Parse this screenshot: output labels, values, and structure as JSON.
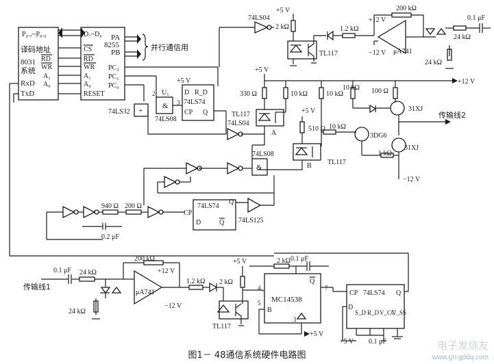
{
  "labels": {
    "p_bus": "P₀.₇~P₀.₀",
    "decode_addr": "译码地址",
    "mcu": "8031",
    "system": "系统",
    "rd": "RD",
    "wr": "WR",
    "a1": "A₁",
    "a0": "A₀",
    "rxd": "RxD",
    "txd": "TxD",
    "d_bus": "D₇~D₀",
    "pa": "PA",
    "pb": "PB",
    "chip_8255": "8255",
    "cs": "CS",
    "rd2": "RD",
    "wr2": "WR",
    "a1_2": "A₁",
    "a0_2": "A₀",
    "reset": "RESET",
    "pc2": "PC₂",
    "pc1": "PC₁",
    "pc0": "PC₀",
    "parallel": "并行通信用",
    "ls32": "74LS32",
    "ls08_top": "74LS08",
    "u1": "U₁",
    "v5_u1": "+5 V",
    "ff_d": "D",
    "ff_rd": "R_D",
    "ff_name": "74LS74",
    "ff_cp": "CP",
    "ff_q": "Q",
    "pin2": "2",
    "pin3": "3",
    "ls04_top": "74LS04",
    "v5_top": "+5 V",
    "r_2k_top": "2 kΩ",
    "tl117_top": "TL117",
    "r_1k2_top": "1.2 kΩ",
    "r_200k_top": "200 kΩ",
    "cap_top": "0.1 μF",
    "v12p_top": "+12 V",
    "v12n_top": "−12 V",
    "ua741_top": "μA741",
    "r_24k_top": "24 kΩ",
    "r_24k_top2": "24 kΩ",
    "v5_mid": "+5 V",
    "r_330": "330 Ω",
    "tl117_a": "TL117",
    "node_a": "A",
    "r_10k_1": "10 kΩ",
    "r_10k_2": "10 kΩ",
    "r_10k_3": "10 kΩ",
    "r_100": "100 Ω",
    "v12p_mid": "+12 V",
    "xj31_top": "31XJ",
    "line2": "传输线2",
    "v5_mid2": "+5 V",
    "r_510": "510 Ω",
    "r_10k_4": "10 kΩ",
    "dg6": "3DG6",
    "xj31_bot": "31XJ",
    "r_1k": "1 kΩ",
    "ls04_mid": "74LS04",
    "ls08_mid": "74LS08",
    "tl117_b": "TL117",
    "node_b": "B",
    "v12n_mid": "−12 V",
    "r_940": "940 Ω",
    "r_200": "200 Ω",
    "cap_02": "0.2 μF",
    "cp_mid": "CP",
    "ls74_mid": "74LS74",
    "q_mid": "Q",
    "d_mid": "D",
    "qbar_mid": "Q",
    "ls125": "74LS125",
    "cap_bot1": "0.1 μF",
    "r_200k_bot": "200 kΩ",
    "v12p_bot": "+12 V",
    "line1": "传输线1",
    "r_24k_bot1": "24 kΩ",
    "ua741_bot": "μA741",
    "v12n_bot": "−12 V",
    "r_24k_bot2": "24 kΩ",
    "r_1k2_bot": "1.2 kΩ",
    "v5_bot": "+5 V",
    "r_2k_bot": "2 kΩ",
    "tl117_bot": "TL117",
    "r_2k_bot2": "2 kΩ",
    "cap_bot2": "0.1 μF",
    "pin4": "4",
    "pin5": "5",
    "pin7": "7",
    "pin3b": "3",
    "mc_name": "MC14538",
    "mc_q": "Q",
    "mc_b": "B",
    "v5_mc": "+5 V",
    "cp_bot": "CP",
    "ls74_bot": "74LS74",
    "q_bot": "Q",
    "d_bot": "D",
    "sd_bot": "S_D",
    "rd_bot": "R_D",
    "vcc_bot": "V_CC",
    "vss_bot": "V_SS",
    "v5_bottom": "+5 V",
    "cap_bottom": "0.1 μF"
  },
  "caption": "图1－ 48通信系统硬件电路图",
  "watermark": {
    "logo": "电子发烧友",
    "url": "www.go-gddq.com"
  }
}
